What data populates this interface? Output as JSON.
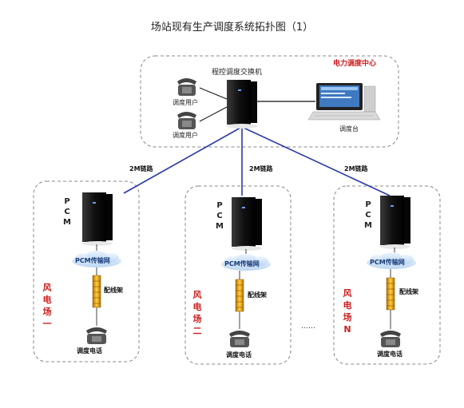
{
  "title": "场站现有生产调度系统拓扑图（1）",
  "center": {
    "name": "电力调度中心",
    "switch_label": "程控调度交换机",
    "user_label_1": "调度用户",
    "user_label_2": "调度用户",
    "console_label": "调度台"
  },
  "link_label": "2M链路",
  "sites": [
    {
      "name": "风电场一",
      "pcm": "PCM",
      "network": "PCM传输网",
      "patch": "配线架",
      "phone": "调度电话"
    },
    {
      "name": "风电场二",
      "pcm": "PCM",
      "network": "PCM传输网",
      "patch": "配线架",
      "phone": "调度电话"
    },
    {
      "name": "风电场N",
      "pcm": "PCM",
      "network": "PCM传输网",
      "patch": "配线架",
      "phone": "调度电话"
    }
  ],
  "ellipsis": "……",
  "colors": {
    "link": "#2b3aa8",
    "accent_red": "#cc2020",
    "border": "#888888",
    "server": "#151515",
    "cloud": "#cfe3f7"
  }
}
